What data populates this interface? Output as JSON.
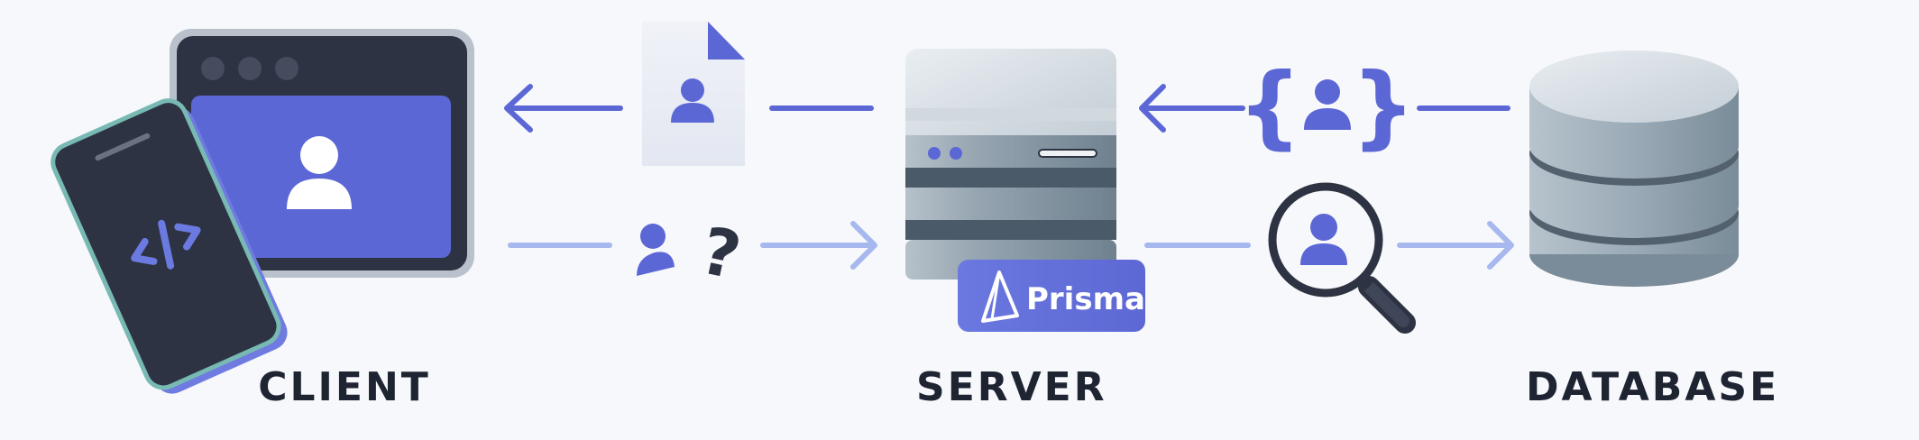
{
  "labels": {
    "client": "CLIENT",
    "server": "SERVER",
    "database": "DATABASE"
  },
  "server": {
    "badge_text": "Prisma",
    "badge_icon": "prisma-logo-icon"
  },
  "client_app": {
    "code_glyph": "</>"
  },
  "json_braces": {
    "open": "{",
    "close": "}"
  },
  "query_glyph": "?",
  "icons": [
    "browser-window-icon",
    "mobile-phone-icon",
    "user-icon",
    "document-icon",
    "json-braces-icon",
    "magnifier-icon",
    "database-icon",
    "server-rack-icon",
    "question-mark-icon",
    "arrow-left-icon",
    "arrow-right-icon"
  ],
  "colors": {
    "accent": "#5c67d6",
    "accent_light": "#a7b8ef",
    "dark": "#2d3342",
    "badge": "#6e79e1",
    "text": "#1e2432",
    "background": "#f7f8fb"
  }
}
